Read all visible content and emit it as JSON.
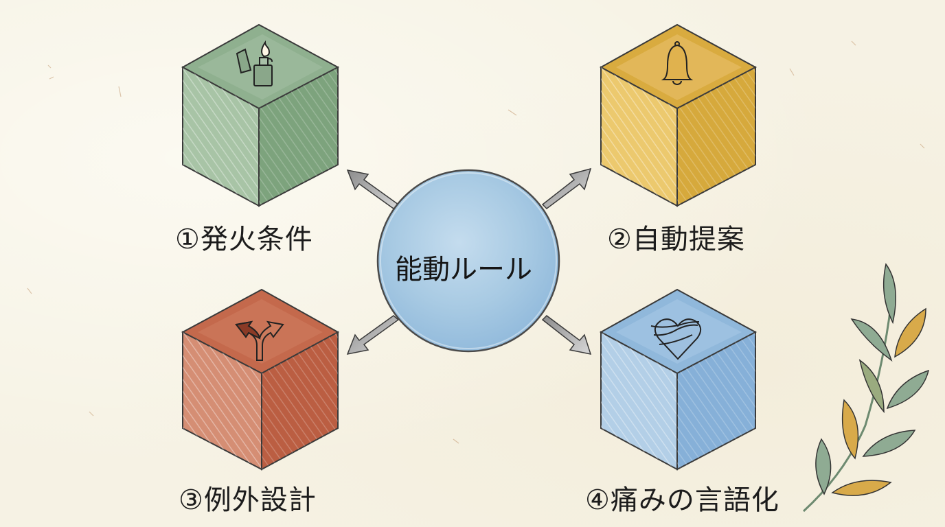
{
  "diagram": {
    "center": {
      "label": "能動ルール",
      "color": "#a9cbe3",
      "icon": "circle-hub"
    },
    "nodes": [
      {
        "id": 1,
        "label": "①発火条件",
        "color_top": "#8fb08f",
        "color_left": "#a8c4a6",
        "color_right": "#7da37d",
        "icon": "lighter-flame-icon"
      },
      {
        "id": 2,
        "label": "②自動提案",
        "color_top": "#d9ab3f",
        "color_left": "#ecc96e",
        "color_right": "#d6a93c",
        "icon": "bell-icon"
      },
      {
        "id": 3,
        "label": "③例外設計",
        "color_top": "#c4694c",
        "color_left": "#d58e74",
        "color_right": "#bb5e42",
        "icon": "branching-arrow-icon"
      },
      {
        "id": 4,
        "label": "④痛みの言語化",
        "color_top": "#90b8db",
        "color_left": "#b3cfe7",
        "color_right": "#86b0d8",
        "icon": "bandaged-heart-icon"
      }
    ],
    "arrows": [
      "up-left",
      "up-right",
      "down-left",
      "down-right"
    ],
    "decoration": {
      "name": "leaf-branch",
      "leaf_colors": [
        "#8fab93",
        "#d8aa4a",
        "#9aab7f"
      ]
    },
    "background_color": "#f6f2e4"
  }
}
